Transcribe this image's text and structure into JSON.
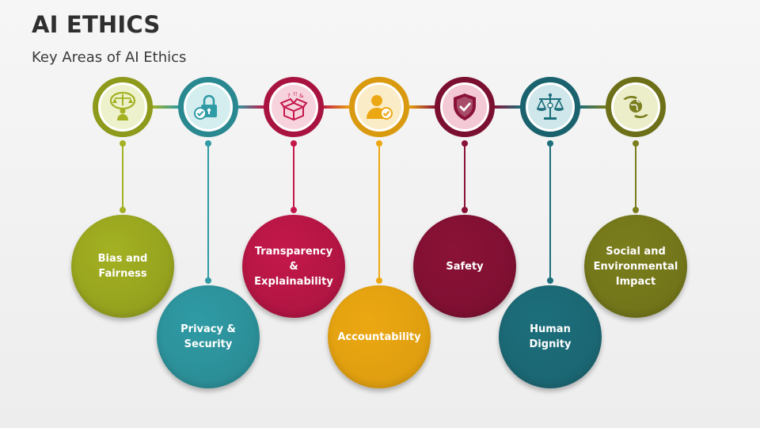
{
  "header": {
    "title": "AI ETHICS",
    "subtitle": "Key Areas of AI Ethics"
  },
  "areas": [
    {
      "label": "Bias and\nFairness",
      "icon": "scales-person-icon",
      "color": "#a3b122",
      "ring": "#8e9a1c",
      "light": "#eef2cc"
    },
    {
      "label": "Privacy &\nSecurity",
      "icon": "padlock-check-icon",
      "color": "#2f9ba5",
      "ring": "#2a8890",
      "light": "#d4eef0"
    },
    {
      "label": "Transparency &\nExplainability",
      "icon": "open-box-icon",
      "color": "#c4184a",
      "ring": "#a8143f",
      "light": "#f7d3dd"
    },
    {
      "label": "Accountability",
      "icon": "user-check-icon",
      "color": "#eca812",
      "ring": "#d99a0f",
      "light": "#fbecc8"
    },
    {
      "label": "Safety",
      "icon": "shield-check-icon",
      "color": "#8a1237",
      "ring": "#7a0f30",
      "light": "#f3c9d6"
    },
    {
      "label": "Human\nDignity",
      "icon": "justice-scales-icon",
      "color": "#1d6f7c",
      "ring": "#1a626e",
      "light": "#cfe6ea"
    },
    {
      "label": "Social and\nEnvironmental\nImpact",
      "icon": "hands-globe-icon",
      "color": "#7b7e1c",
      "ring": "#6d7018",
      "light": "#ecedc9"
    }
  ]
}
